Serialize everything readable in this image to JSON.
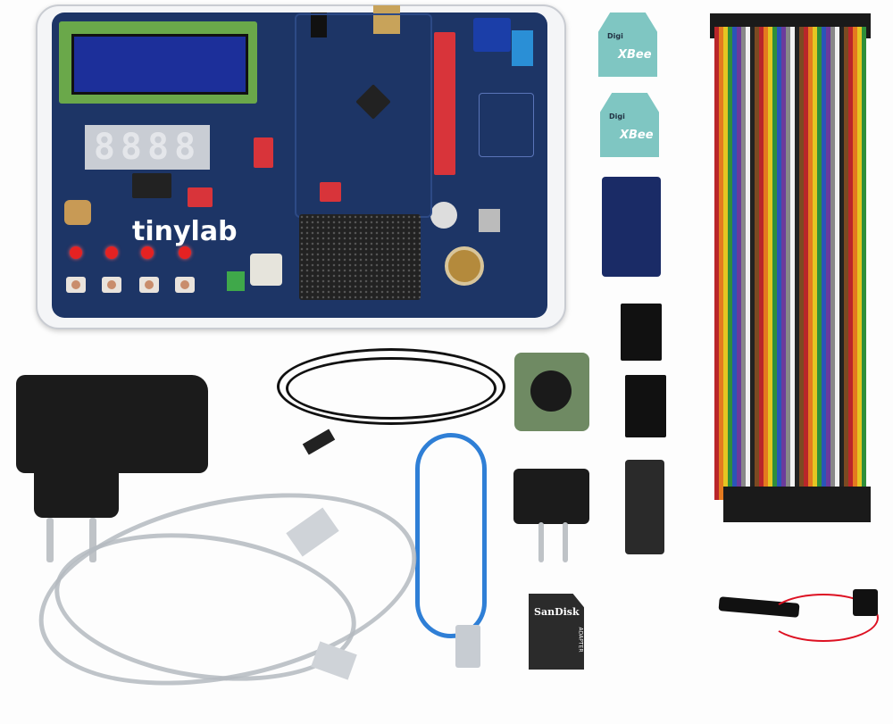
{
  "board": {
    "logo": "tinylab",
    "seven_segment_display": "8888"
  },
  "modules": {
    "xbee_brand": "Digi",
    "xbee_label": "XBee"
  },
  "sd_card": {
    "brand": "SanDisk",
    "side_label": "ADAPTER"
  },
  "colors": {
    "board_blue": "#1d3566",
    "lcd_green": "#6aa84a",
    "led_red": "#e52222",
    "usb_blue": "#2f7fd6"
  }
}
